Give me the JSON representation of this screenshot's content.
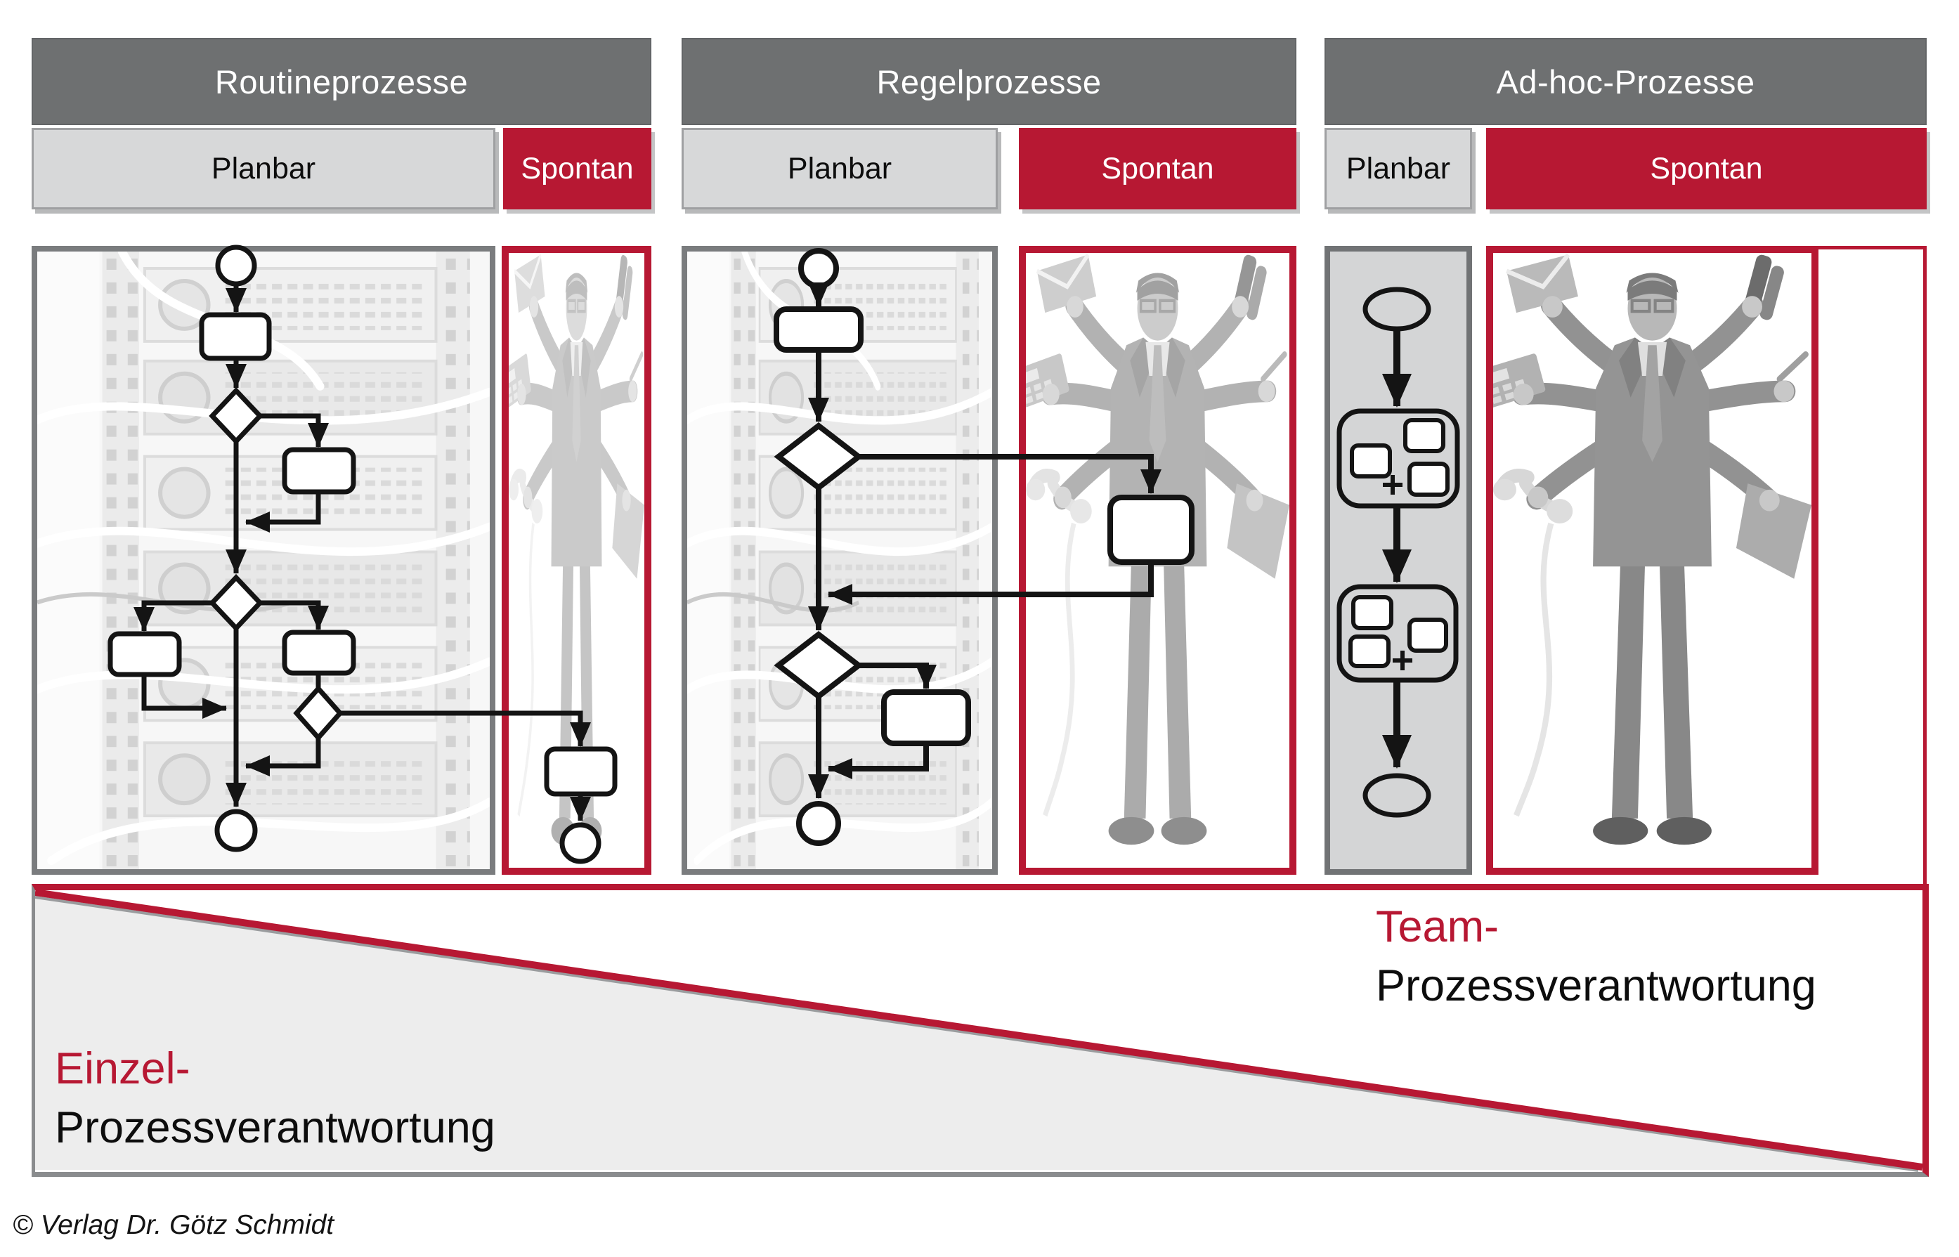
{
  "columns": [
    {
      "title": "Routineprozesse",
      "planbar_label": "Planbar",
      "spontan_label": "Spontan"
    },
    {
      "title": "Regelprozesse",
      "planbar_label": "Planbar",
      "spontan_label": "Spontan"
    },
    {
      "title": "Ad-hoc-Prozesse",
      "planbar_label": "Planbar",
      "spontan_label": "Spontan"
    }
  ],
  "responsibility": {
    "einzel_line1": "Einzel-",
    "einzel_line2": "Prozessverantwortung",
    "team_line1": "Team-",
    "team_line2": "Prozessverantwortung"
  },
  "footer_credit": "© Verlag Dr. Götz Schmidt",
  "figures": {
    "routine_planbar": "server-rack-photo-with-flowchart",
    "routine_spontan": "multitasking-man-photo-faint",
    "regel_planbar": "server-rack-photo-with-flowchart",
    "regel_spontan": "multitasking-man-photo-medium",
    "adhoc_planbar": "ad-hoc-subprocess-diagram",
    "adhoc_spontan": "multitasking-man-photo-full"
  },
  "colors": {
    "accent_red": "#b71833",
    "header_gray": "#6e7071",
    "subheader_gray": "#d7d8d9",
    "panel_border_gray": "#7a7c7e",
    "triangle_gray": "#ededed",
    "flow_black": "#141414"
  }
}
